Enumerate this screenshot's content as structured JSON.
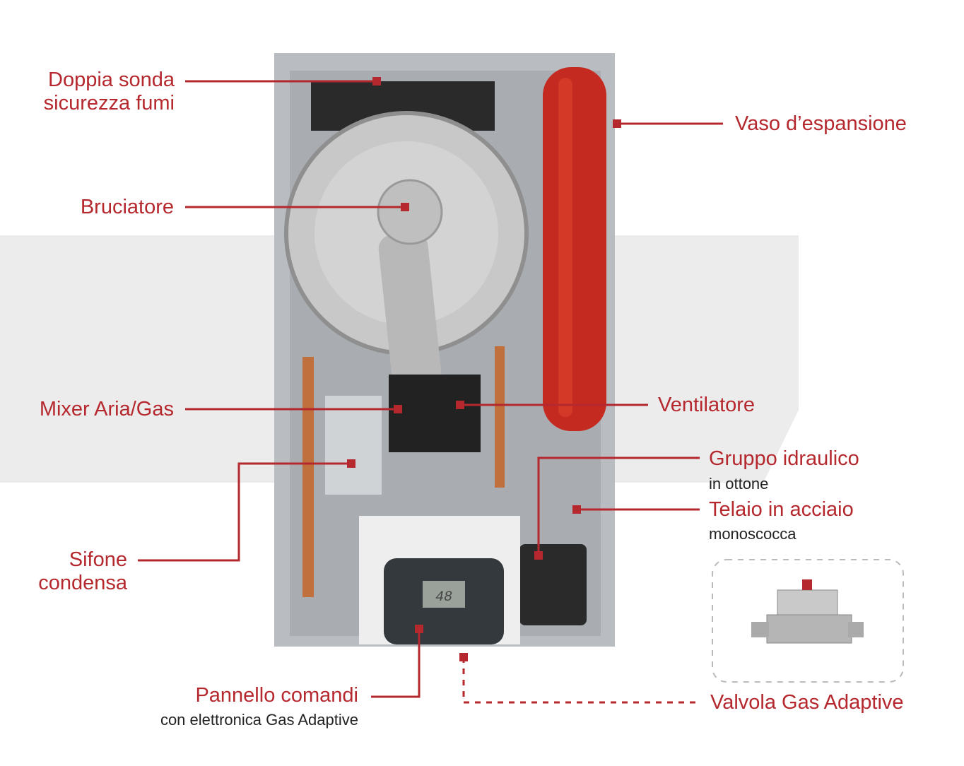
{
  "colors": {
    "accent": "#b5282e",
    "band": "#ececec",
    "text": "#222222"
  },
  "labels": {
    "doppia_sonda": [
      "Doppia sonda",
      "sicurezza fumi"
    ],
    "bruciatore": "Bruciatore",
    "mixer": "Mixer Aria/Gas",
    "sifone": [
      "Sifone",
      "condensa"
    ],
    "pannello": "Pannello comandi",
    "pannello_sub": "con elettronica Gas Adaptive",
    "vaso": "Vaso d’espansione",
    "ventilatore": "Ventilatore",
    "gruppo": "Gruppo idraulico",
    "gruppo_sub": "in ottone",
    "telaio": "Telaio in acciaio",
    "telaio_sub": "monoscocca",
    "valvola": "Valvola Gas Adaptive"
  },
  "panel_display": "48"
}
